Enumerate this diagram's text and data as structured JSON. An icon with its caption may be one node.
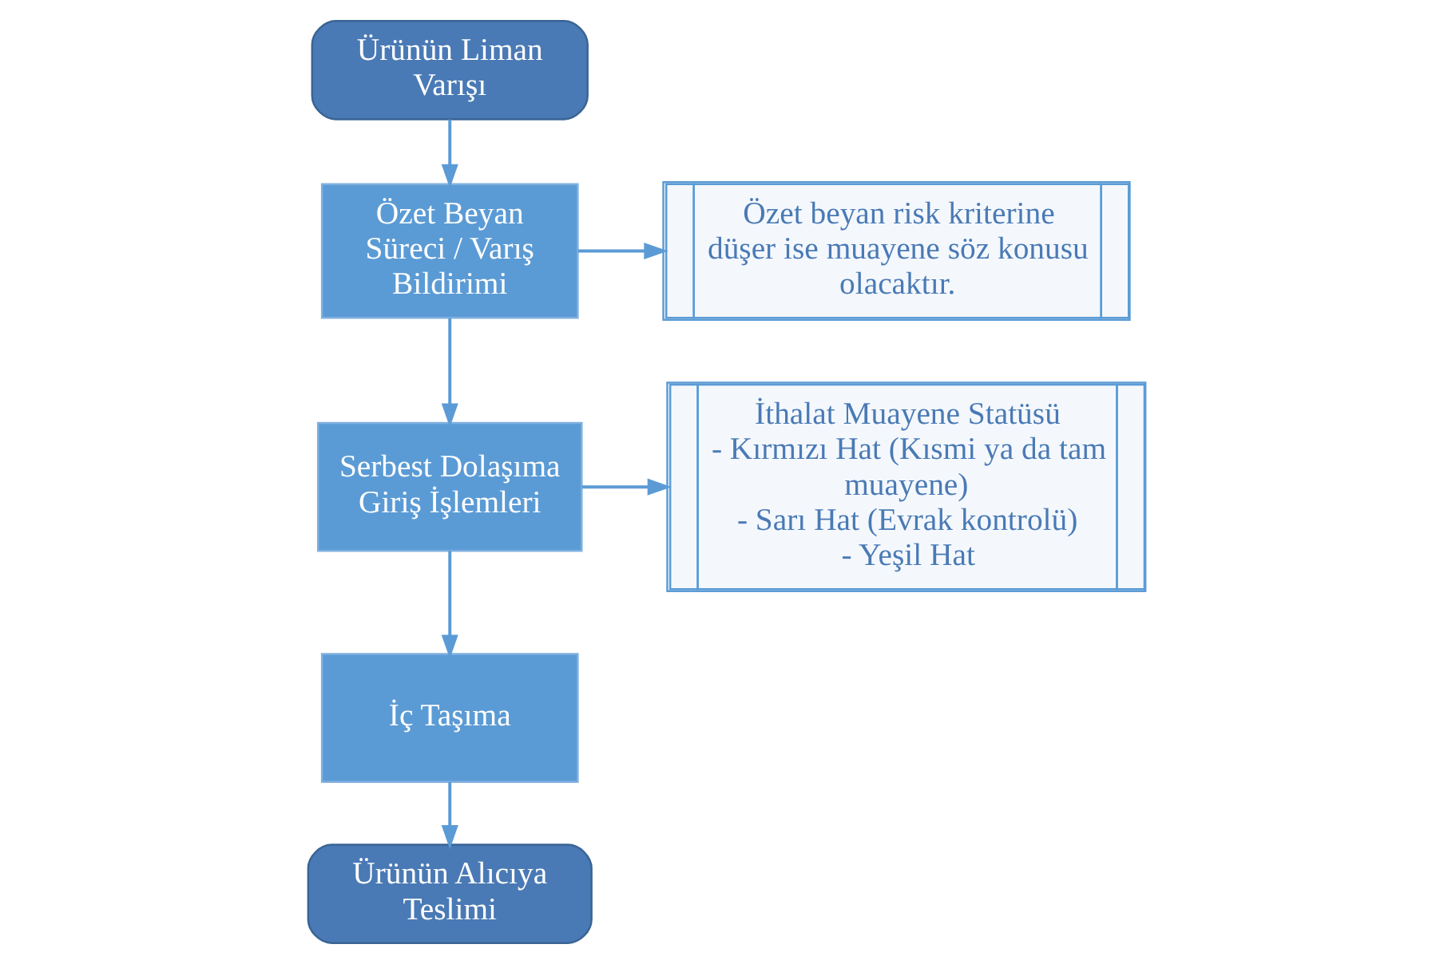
{
  "diagram": {
    "nodes": [
      {
        "text": [
          "Ürünün Liman Varışı"
        ]
      },
      {
        "text": [
          "Özet Beyan Süreci / Varış Bildirimi"
        ]
      },
      {
        "text": [
          "Özet beyan risk kriterine düşer ise muayene söz konusu olacaktır."
        ]
      },
      {
        "text": [
          "Serbest Dolaşıma Giriş İşlemleri"
        ]
      },
      {
        "text": [
          "İthalat Muayene Statüsü",
          "- Kırmızı Hat (Kısmi ya da tam muayene)",
          "- Sarı Hat (Evrak kontrolü)",
          "- Yeşil Hat"
        ]
      },
      {
        "text": [
          "İç Taşıma"
        ]
      },
      {
        "text": [
          "Ürünün Alıcıya Teslimi"
        ]
      }
    ],
    "edges": [
      {
        "from": 0,
        "to": 1,
        "arrow": "to"
      },
      {
        "from": 1,
        "to": 2,
        "arrow": "to"
      },
      {
        "from": 1,
        "to": 3,
        "arrow": "to"
      },
      {
        "from": 3,
        "to": 4,
        "arrow": "to"
      },
      {
        "from": 3,
        "to": 5,
        "arrow": "to"
      },
      {
        "from": 5,
        "to": 6,
        "arrow": "to"
      }
    ]
  }
}
